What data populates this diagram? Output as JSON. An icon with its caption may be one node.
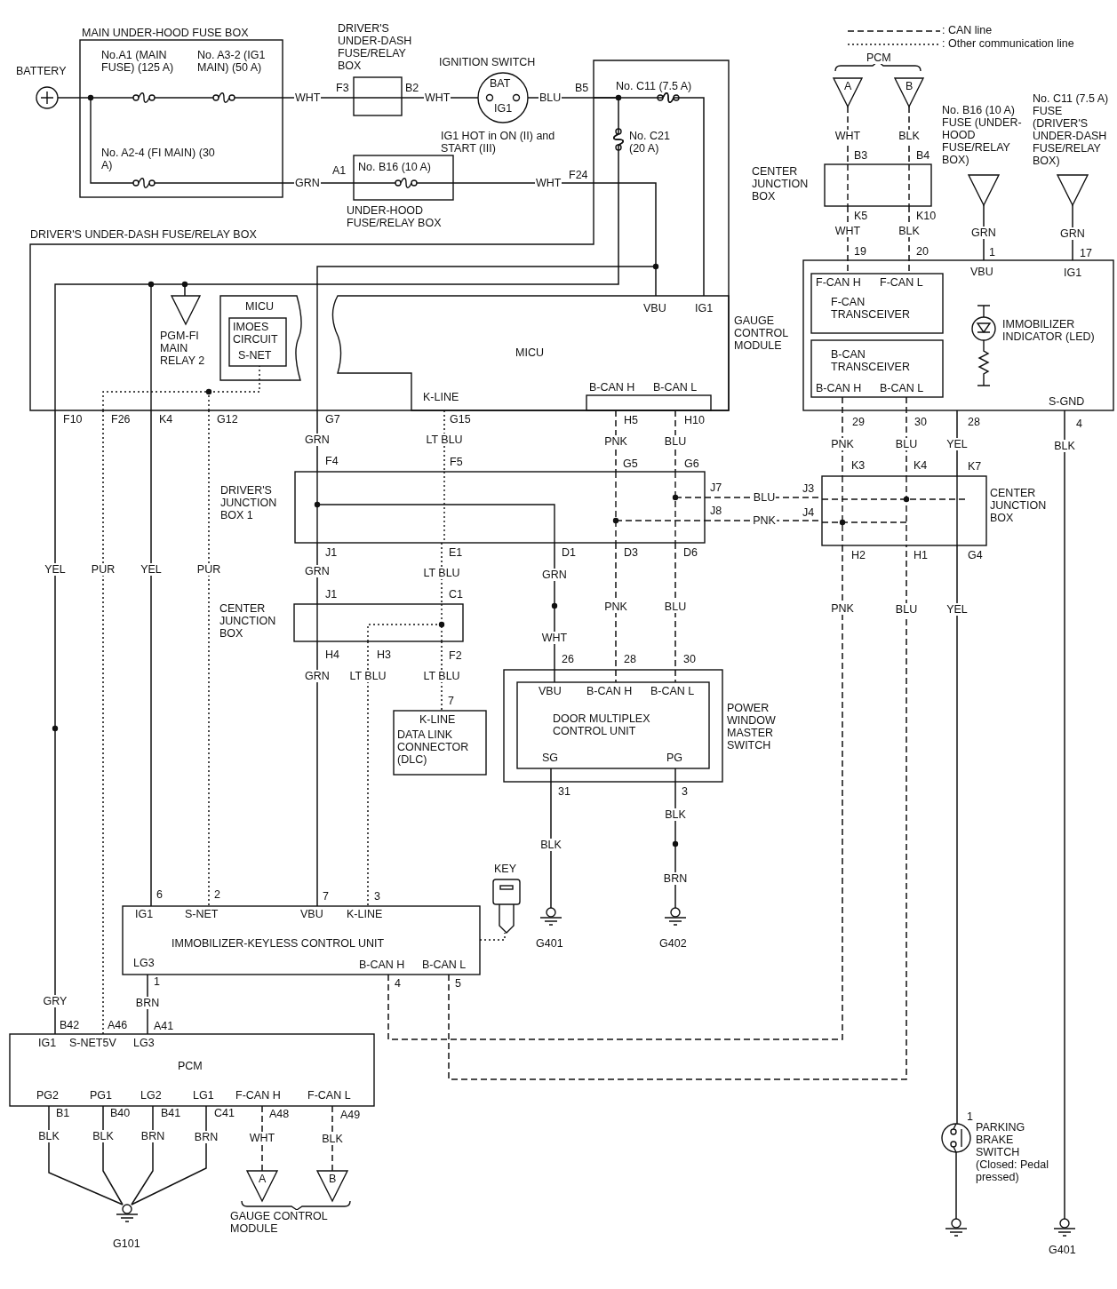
{
  "diagram": {
    "nodes": [
      {
        "text": [
          "BATTERY"
        ]
      },
      {
        "text": [
          "MAIN UNDER-HOOD FUSE BOX",
          "No.A1 (MAIN FUSE) (125 A)",
          "No. A3-2 (IG1 MAIN) (50 A)",
          "No. A2-4 (FI MAIN) (30 A)"
        ]
      },
      {
        "text": [
          "DRIVER'S UNDER-DASH FUSE/RELAY BOX"
        ]
      },
      {
        "text": [
          "IGNITION SWITCH",
          "BAT",
          "IG1"
        ]
      },
      {
        "text": [
          "No. B16 (10 A)",
          "UNDER-HOOD FUSE/RELAY BOX"
        ]
      },
      {
        "text": [
          "DRIVER'S UNDER-DASH FUSE/RELAY BOX"
        ]
      },
      {
        "text": [
          "PGM-FI MAIN RELAY 2"
        ],
        "in": 5
      },
      {
        "text": [
          "MICU"
        ],
        "in": 5
      },
      {
        "text": [
          "IMOES CIRCUIT",
          "S-NET"
        ],
        "in": 7
      },
      {
        "text": [
          "MICU",
          "K-LINE",
          "VBU",
          "IG1"
        ],
        "in": 5
      },
      {
        "text": [
          "B-CAN H",
          "B-CAN L"
        ],
        "in": 9
      },
      {
        "text": [
          "GAUGE CONTROL MODULE",
          "VBU",
          "IG1",
          "IMMOBILIZER INDICATOR (LED)",
          "S-GND"
        ]
      },
      {
        "text": [
          "F-CAN H",
          "F-CAN L",
          "F-CAN TRANSCEIVER"
        ],
        "in": 11
      },
      {
        "text": [
          "B-CAN TRANSCEIVER",
          "B-CAN H",
          "B-CAN L"
        ],
        "in": 11
      },
      {
        "text": [
          "A"
        ]
      },
      {
        "text": [
          "B"
        ]
      },
      {
        "text": [
          "CENTER JUNCTION BOX"
        ]
      },
      {
        "text": [
          "No. B16 (10 A) FUSE (UNDER-HOOD FUSE/RELAY BOX)"
        ]
      },
      {
        "text": [
          "No. C11 (7.5 A) FUSE (DRIVER'S UNDER-DASH FUSE/RELAY BOX)"
        ]
      },
      {
        "text": [
          "DRIVER'S JUNCTION BOX 1"
        ]
      },
      {
        "text": [
          "CENTER JUNCTION BOX"
        ]
      },
      {
        "text": [
          "CENTER JUNCTION BOX"
        ]
      },
      {
        "text": [
          "K-LINE",
          "DATA LINK CONNECTOR (DLC)"
        ]
      },
      {
        "text": [
          "POWER WINDOW MASTER SWITCH"
        ]
      },
      {
        "text": [
          "VBU",
          "B-CAN H",
          "B-CAN L",
          "DOOR MULTIPLEX CONTROL UNIT",
          "SG",
          "PG"
        ],
        "in": 23
      },
      {
        "text": [
          "KEY"
        ]
      },
      {
        "text": [
          "G401"
        ]
      },
      {
        "text": [
          "G402"
        ]
      },
      {
        "text": [
          "IG1",
          "S-NET",
          "VBU",
          "K-LINE",
          "IMMOBILIZER-KEYLESS CONTROL UNIT",
          "LG3",
          "B-CAN H",
          "B-CAN L"
        ]
      },
      {
        "text": [
          "IG1",
          "S-NET5V",
          "LG3",
          "PCM",
          "PG2",
          "PG1",
          "LG2",
          "LG1",
          "F-CAN H",
          "F-CAN L"
        ]
      },
      {
        "text": [
          "G101"
        ]
      },
      {
        "text": [
          "A"
        ]
      },
      {
        "text": [
          "B"
        ]
      },
      {
        "text": [
          "PARKING BRAKE SWITCH (Closed: Pedal pressed)"
        ]
      },
      {
        "text": [],
        "shape": "ground"
      },
      {
        "text": [
          "G401"
        ]
      }
    ],
    "edges": [
      {
        "from": 0,
        "to": 1,
        "arrow": "none"
      },
      {
        "from": 1,
        "to": 2,
        "arrow": "none"
      },
      {
        "from": 2,
        "to": 3,
        "arrow": "none"
      },
      {
        "from": 3,
        "to": 5,
        "arrow": "none"
      },
      {
        "from": 1,
        "to": 4,
        "arrow": "none"
      },
      {
        "from": 4,
        "to": 5,
        "arrow": "none"
      },
      {
        "from": 5,
        "to": 29,
        "arrow": "none"
      },
      {
        "from": 5,
        "to": 29,
        "arrow": "none",
        "style": "dashed"
      },
      {
        "from": 5,
        "to": 28,
        "arrow": "none"
      },
      {
        "from": 5,
        "to": 28,
        "arrow": "none",
        "style": "dashed"
      },
      {
        "from": 5,
        "to": 19,
        "arrow": "none"
      },
      {
        "from": 9,
        "to": 19,
        "arrow": "none",
        "style": "dashed"
      },
      {
        "from": 10,
        "to": 19,
        "arrow": "none",
        "style": "dashed"
      },
      {
        "from": 10,
        "to": 19,
        "arrow": "none",
        "style": "dashed"
      },
      {
        "from": 19,
        "to": 21,
        "arrow": "none"
      },
      {
        "from": 19,
        "to": 21,
        "arrow": "none",
        "style": "dashed"
      },
      {
        "from": 19,
        "to": 24,
        "arrow": "none"
      },
      {
        "from": 19,
        "to": 24,
        "arrow": "none",
        "style": "dashed"
      },
      {
        "from": 19,
        "to": 24,
        "arrow": "none",
        "style": "dashed"
      },
      {
        "from": 19,
        "to": 20,
        "arrow": "none",
        "style": "dashed"
      },
      {
        "from": 19,
        "to": 20,
        "arrow": "none",
        "style": "dashed"
      },
      {
        "from": 21,
        "to": 28,
        "arrow": "none"
      },
      {
        "from": 21,
        "to": 28,
        "arrow": "none",
        "style": "dashed"
      },
      {
        "from": 21,
        "to": 22,
        "arrow": "none",
        "style": "dashed"
      },
      {
        "from": 24,
        "to": 26,
        "arrow": "none"
      },
      {
        "from": 24,
        "to": 27,
        "arrow": "none"
      },
      {
        "from": 28,
        "to": 25,
        "arrow": "none",
        "style": "dashed"
      },
      {
        "from": 28,
        "to": 29,
        "arrow": "none"
      },
      {
        "from": 28,
        "to": 20,
        "arrow": "none",
        "style": "dashed"
      },
      {
        "from": 28,
        "to": 20,
        "arrow": "none",
        "style": "dashed"
      },
      {
        "from": 29,
        "to": 30,
        "arrow": "none"
      },
      {
        "from": 29,
        "to": 30,
        "arrow": "none"
      },
      {
        "from": 29,
        "to": 30,
        "arrow": "none"
      },
      {
        "from": 29,
        "to": 30,
        "arrow": "none"
      },
      {
        "from": 29,
        "to": 31,
        "arrow": "none",
        "style": "dashed"
      },
      {
        "from": 29,
        "to": 32,
        "arrow": "none",
        "style": "dashed"
      },
      {
        "from": 14,
        "to": 16,
        "arrow": "none",
        "style": "dashed"
      },
      {
        "from": 15,
        "to": 16,
        "arrow": "none",
        "style": "dashed"
      },
      {
        "from": 16,
        "to": 12,
        "arrow": "none",
        "style": "dashed"
      },
      {
        "from": 16,
        "to": 12,
        "arrow": "none",
        "style": "dashed"
      },
      {
        "from": 17,
        "to": 11,
        "arrow": "none"
      },
      {
        "from": 18,
        "to": 11,
        "arrow": "none"
      },
      {
        "from": 13,
        "to": 20,
        "arrow": "none",
        "style": "dashed"
      },
      {
        "from": 13,
        "to": 20,
        "arrow": "none",
        "style": "dashed"
      },
      {
        "from": 11,
        "to": 20,
        "arrow": "none"
      },
      {
        "from": 20,
        "to": 33,
        "arrow": "none"
      },
      {
        "from": 33,
        "to": 34,
        "arrow": "none"
      },
      {
        "from": 11,
        "to": 35,
        "arrow": "none"
      },
      {
        "from": 5,
        "to": 9,
        "arrow": "none"
      },
      {
        "from": 5,
        "to": 6,
        "arrow": "none"
      },
      {
        "from": 5,
        "to": 9,
        "arrow": "none"
      }
    ],
    "labels": [
      "F3",
      "B2",
      "WHT",
      "WHT",
      "BLU",
      "B5",
      "No. C11 (7.5 A)",
      "No. C21 (20 A)",
      "A1",
      "GRN",
      "WHT",
      "F24",
      "PCM",
      "WHT",
      "BLK",
      "B3",
      "B4",
      "K5",
      "K10",
      "WHT",
      "BLK",
      "GRN",
      "GRN",
      "19",
      "20",
      "1",
      "17",
      "F10",
      "F26",
      "K4",
      "G12",
      "G7",
      "G15",
      "H5",
      "H10",
      "29",
      "30",
      "28",
      "4",
      "GRN",
      "LT BLU",
      "PNK",
      "BLU",
      "PNK",
      "BLU",
      "YEL",
      "BLK",
      "F4",
      "F5",
      "G5",
      "G6",
      "K3",
      "K4",
      "K7",
      "J7",
      "J3",
      "BLU",
      "J8",
      "J4",
      "PNK",
      "J1",
      "E1",
      "D1",
      "D3",
      "D6",
      "H2",
      "H1",
      "G4",
      "YEL",
      "PUR",
      "YEL",
      "PUR",
      "GRN",
      "LT BLU",
      "GRN",
      "J1",
      "C1",
      "PNK",
      "BLU",
      "PNK",
      "BLU",
      "YEL",
      "WHT",
      "H4",
      "H3",
      "F2",
      "26",
      "28",
      "30",
      "GRN",
      "LT BLU",
      "LT BLU",
      "7",
      "31",
      "3",
      "BLK",
      "BLK",
      "BRN",
      "6",
      "2",
      "7",
      "3",
      "1",
      "4",
      "5",
      "GRY",
      "BRN",
      "B42",
      "A46",
      "A41",
      "B1",
      "B40",
      "B41",
      "C41",
      "A48",
      "A49",
      "1",
      "BLK",
      "BLK",
      "BRN",
      "BRN",
      "WHT",
      "BLK",
      "GAUGE CONTROL MODULE",
      "IG1 HOT in ON (II) and START (III)"
    ],
    "legend": [
      {
        "text": ": CAN line"
      },
      {
        "text": ": Other communication line"
      }
    ]
  }
}
